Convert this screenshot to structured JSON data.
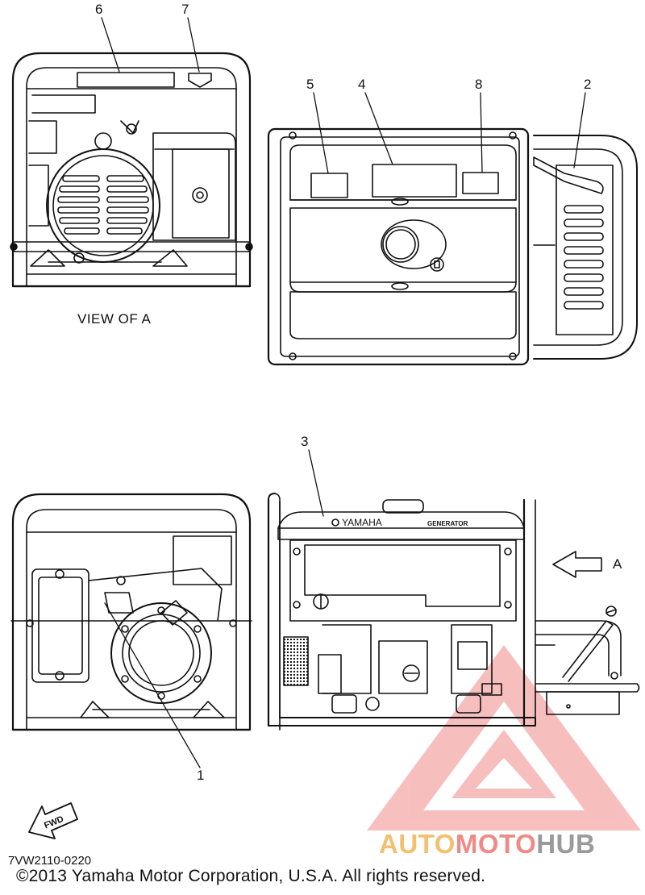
{
  "callouts": [
    {
      "num": "1"
    },
    {
      "num": "2"
    },
    {
      "num": "3"
    },
    {
      "num": "4"
    },
    {
      "num": "5"
    },
    {
      "num": "6"
    },
    {
      "num": "7"
    },
    {
      "num": "8"
    }
  ],
  "view_label": "VIEW  OF A",
  "arrow_label": "A",
  "brand_text": "YAMAHA",
  "panel_text": "GENERATOR",
  "fwd_text": "FWD",
  "diagram_code": "7VW2110-0220",
  "copyright": "©2013 Yamaha Motor Corporation, U.S.A. All rights reserved.",
  "watermark": {
    "part1": "AUTO",
    "part2": "MOTO",
    "part3": "HUB"
  },
  "colors": {
    "line": "#111111",
    "watermark_red": "#f08a86",
    "watermark_gold": "#f3c06f",
    "watermark_gray": "#9a9a9a"
  }
}
